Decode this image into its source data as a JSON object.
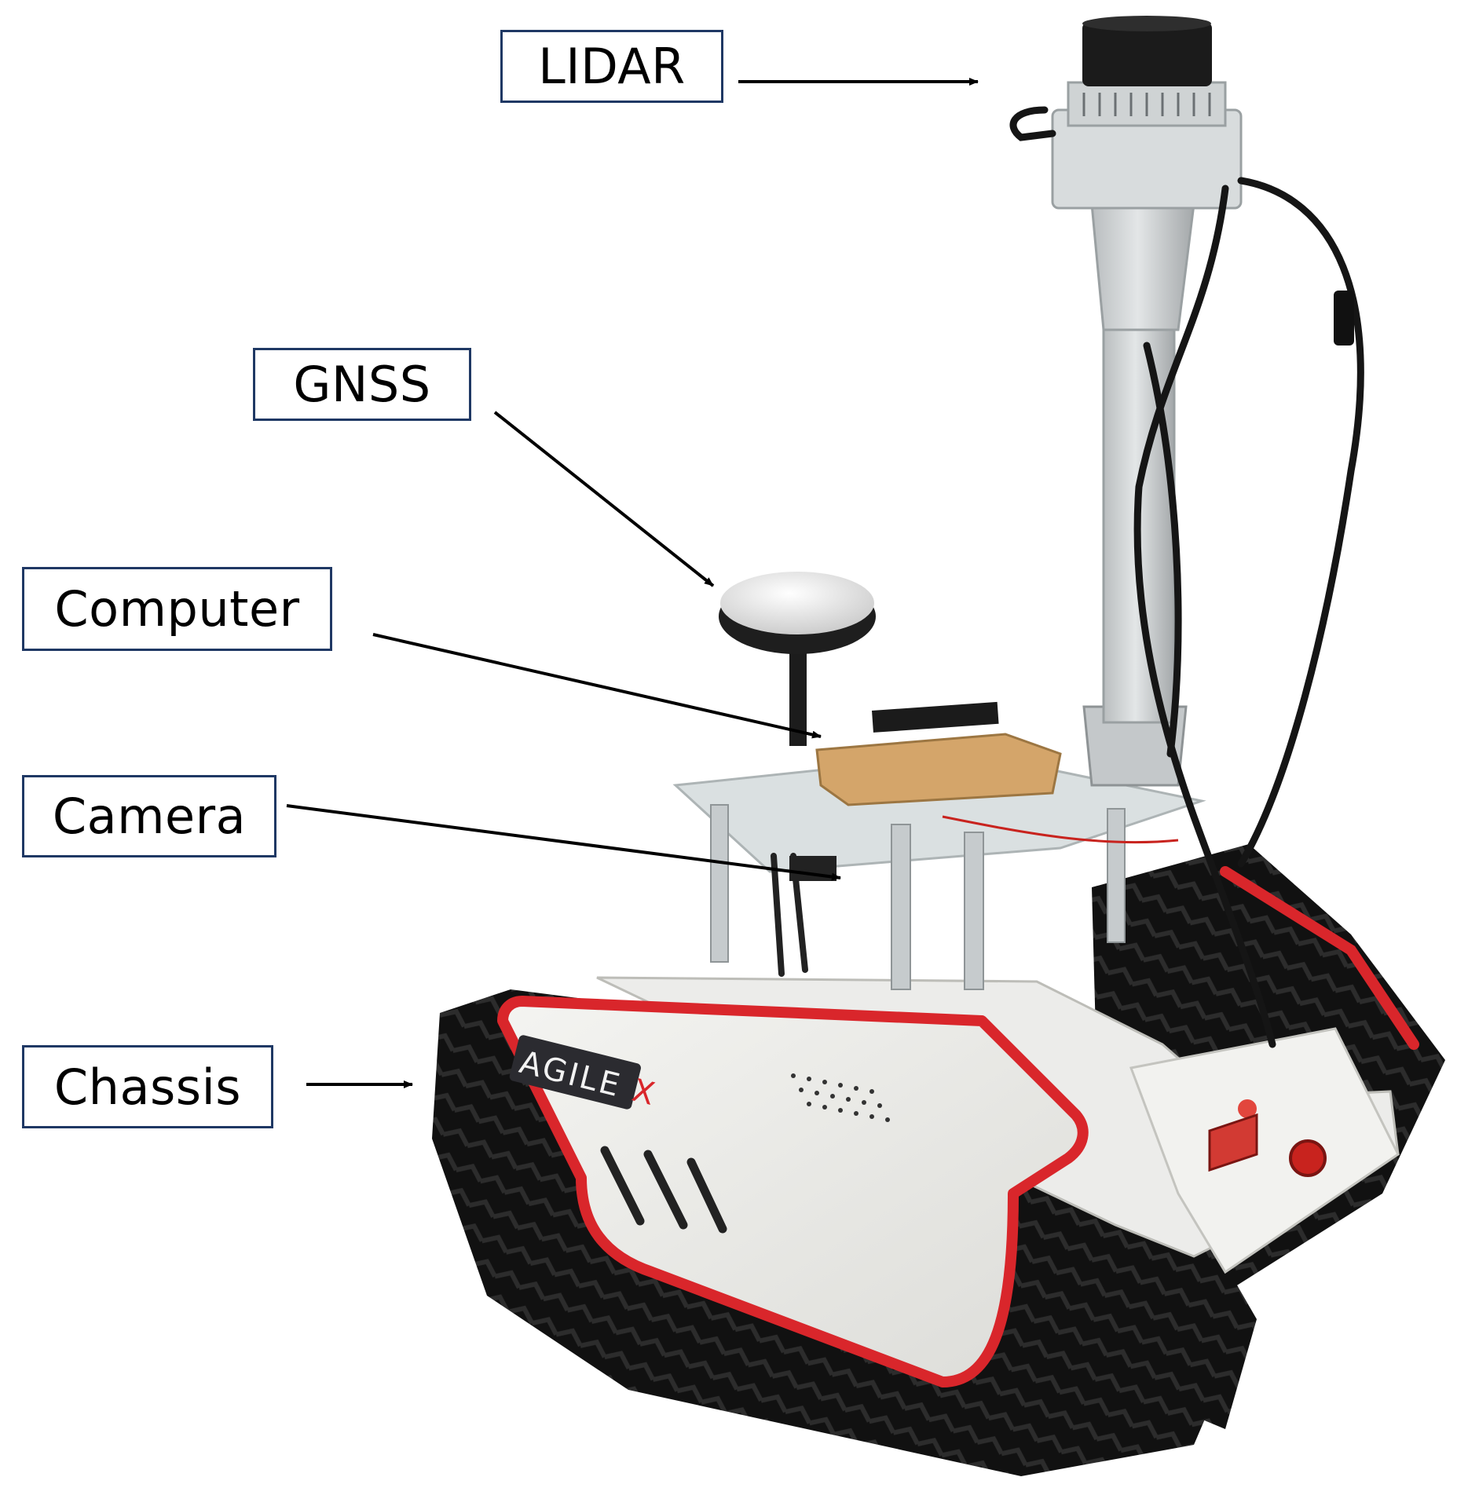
{
  "image": {
    "subject": "tracked mobile robot with sensor mast",
    "background": "#ffffff",
    "annotation_color": "#1f3864",
    "accent_color": "#d9262b"
  },
  "labels": {
    "lidar": "LIDAR",
    "gnss": "GNSS",
    "computer": "Computer",
    "camera": "Camera",
    "chassis": "Chassis"
  },
  "brand": {
    "text": "AGILE",
    "mark": "X"
  }
}
